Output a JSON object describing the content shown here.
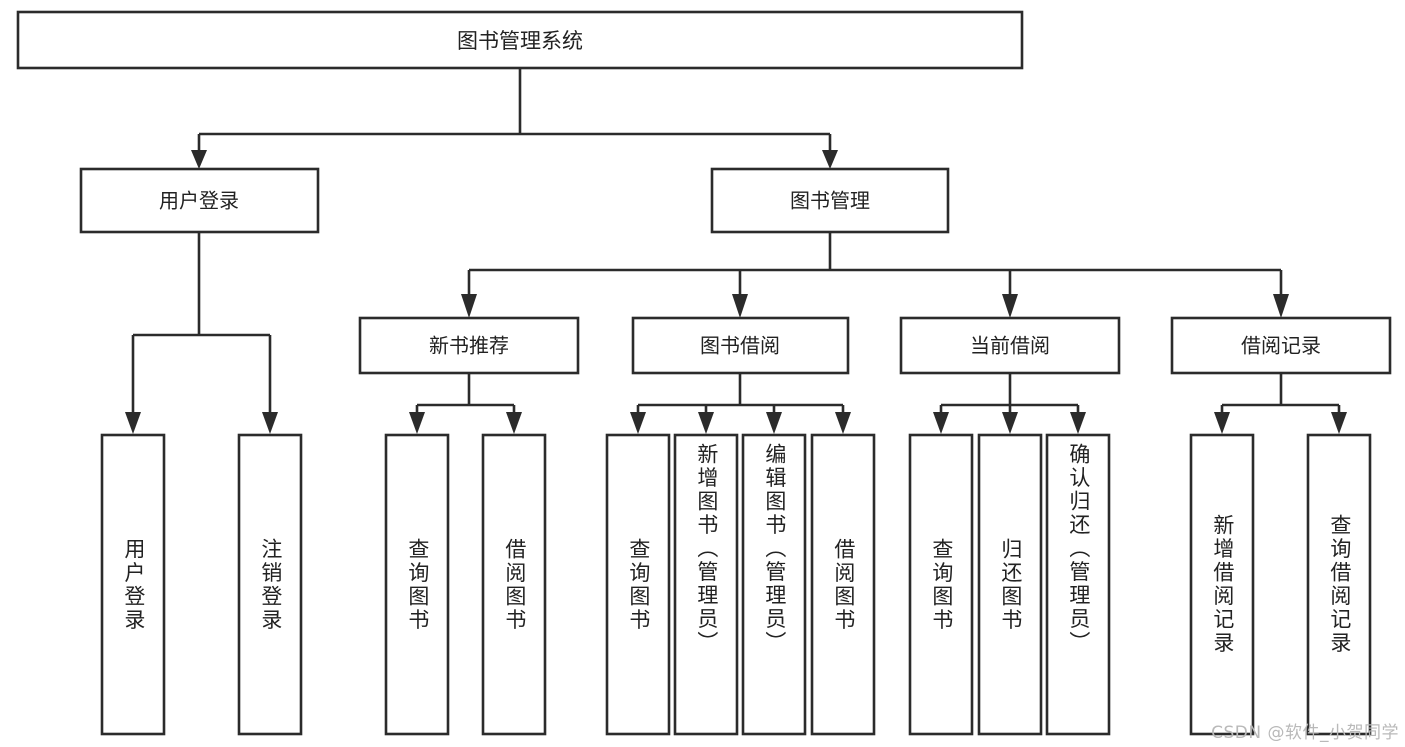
{
  "diagram": {
    "type": "hierarchy-tree",
    "title": "图书管理系统",
    "orientation": "top-down",
    "colors": {
      "background": "#ffffff",
      "box_fill": "#ffffff",
      "box_stroke": "#2b2b2b",
      "text": "#222222",
      "watermark": "#b9b9b9"
    },
    "root": {
      "label": "图书管理系统"
    },
    "level1": [
      {
        "label": "用户登录"
      },
      {
        "label": "图书管理"
      }
    ],
    "level2": [
      {
        "label": "新书推荐"
      },
      {
        "label": "图书借阅"
      },
      {
        "label": "当前借阅"
      },
      {
        "label": "借阅记录"
      }
    ],
    "leaves": {
      "user_login": [
        {
          "label": "用户登录"
        },
        {
          "label": "注销登录"
        }
      ],
      "new_book_recommend": [
        {
          "label": "查询图书"
        },
        {
          "label": "借阅图书"
        }
      ],
      "book_borrow": [
        {
          "label": "查询图书"
        },
        {
          "label": "新增图书（管理员）"
        },
        {
          "label": "编辑图书（管理员）"
        },
        {
          "label": "借阅图书"
        }
      ],
      "current_borrow": [
        {
          "label": "查询图书"
        },
        {
          "label": "归还图书"
        },
        {
          "label": "确认归还（管理员）"
        }
      ],
      "borrow_record": [
        {
          "label": "新增借阅记录"
        },
        {
          "label": "查询借阅记录"
        }
      ]
    },
    "watermark": "CSDN @软件_小贺同学"
  }
}
